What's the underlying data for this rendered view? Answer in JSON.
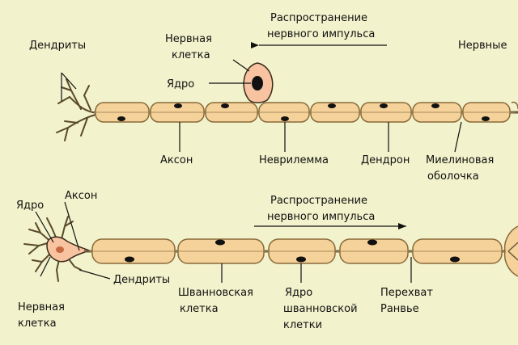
{
  "top": {
    "labels": {
      "dendrites": "Дендриты",
      "nerve_cell_line1": "Нервная",
      "nerve_cell_line2": "клетка",
      "nucleus": "Ядро",
      "propagation_line1": "Распространение",
      "propagation_line2": "нервного импульса",
      "nerve_endings": "Нервные",
      "axon": "Аксон",
      "neurilemma": "Неврилемма",
      "dendron": "Дендрон",
      "myelin_line1": "Миелиновая",
      "myelin_line2": "оболочка"
    }
  },
  "bottom": {
    "labels": {
      "nucleus": "Ядро",
      "axon": "Аксон",
      "propagation_line1": "Распространение",
      "propagation_line2": "нервного импульса",
      "dendrites": "Дендриты",
      "nerve_cell_line1": "Нервная",
      "nerve_cell_line2": "клетка",
      "schwann_line1": "Шванновская",
      "schwann_line2": "клетка",
      "schwann_nucleus_line1": "Ядро",
      "schwann_nucleus_line2": "шванновской",
      "schwann_nucleus_line3": "клетки",
      "ranvier_line1": "Перехват",
      "ranvier_line2": "Ранвье"
    }
  },
  "colors": {
    "background": "#f2f2cc",
    "myelin_fill": "#f5d29a",
    "myelin_stroke": "#8a6a3a",
    "cell_body": "#f7c3a0",
    "nucleus": "#111111",
    "outline": "#3a2a1a"
  }
}
